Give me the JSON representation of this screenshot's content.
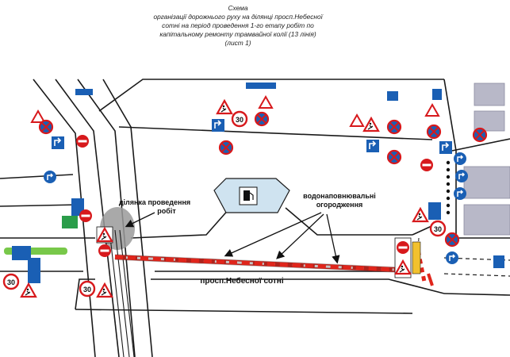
{
  "title_lines": [
    "Схема",
    "організації дорожнього руху на ділянці просп.Небесної",
    "сотні на період проведення 1-го етапу робіт по",
    "капітальному ремонту трамвайної колії (13 лінія)",
    "(лист 1)"
  ],
  "labels": {
    "work_zone": [
      "ділянка проведення",
      "робіт"
    ],
    "barriers": [
      "водонаповнювальні",
      "огородження"
    ],
    "street": "просп.Небесної сотні"
  },
  "speed_limit": "30",
  "colors": {
    "road_edge": "#1a1a1a",
    "sign_blue": "#1a5fb4",
    "sign_red": "#d7191c",
    "barrier_red": "#e0251b",
    "building": "#b8b8c8",
    "green_strip": "#78c84a",
    "work_zone_fill": "#9a9a9a",
    "fuel_island": "#cfe3f0"
  },
  "icons": [
    "roadworks-sign-icon",
    "no-stopping-sign-icon",
    "no-entry-sign-icon",
    "speed-limit-sign-icon",
    "yield-sign-icon",
    "direction-arrow-sign-icon",
    "fuel-station-icon"
  ]
}
